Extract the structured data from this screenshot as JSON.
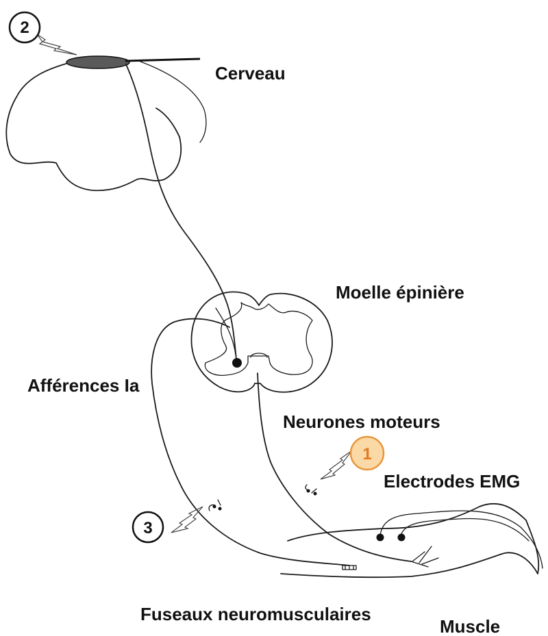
{
  "labels": {
    "brain": "Cerveau",
    "spinal_cord": "Moelle épinière",
    "afferents": "Afférences Ia",
    "motor_neurons": "Neurones moteurs",
    "electrodes": "Electrodes EMG",
    "spindles": "Fuseaux neuromusculaires",
    "muscle": "Muscle"
  },
  "markers": [
    {
      "number": "1",
      "stroke": "#e8963a",
      "fill": "#fbd9a6",
      "text_color": "#e07a20"
    },
    {
      "number": "2",
      "stroke": "#111111",
      "fill": "#ffffff",
      "text_color": "#111111"
    },
    {
      "number": "3",
      "stroke": "#111111",
      "fill": "#ffffff",
      "text_color": "#111111"
    }
  ],
  "colors": {
    "line": "#1a1a1a",
    "coil": "#5a5a5a"
  }
}
